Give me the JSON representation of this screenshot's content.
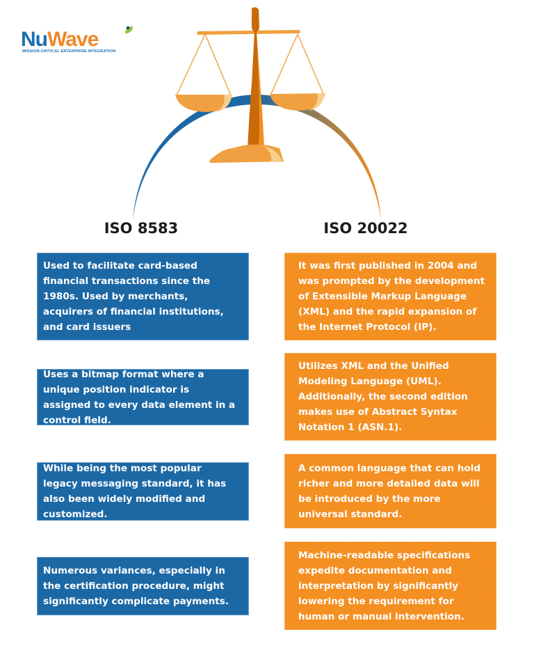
{
  "logo": {
    "name_part1": "Nu",
    "name_part2": "Wave",
    "tagline": "MISSION-CRITICAL ENTERPRISE INTEGRATION"
  },
  "colors": {
    "blue": "#1c68a5",
    "orange": "#f48f22",
    "scale": "#f0a040",
    "scale_dark": "#c96a08"
  },
  "icons": [
    "scales-of-justice-icon",
    "arc-blue-to-orange",
    "leaf-icon"
  ],
  "left": {
    "title": "ISO 8583",
    "items": [
      "Used to facilitate card-based financial transactions since the 1980s. Used by merchants, acquirers of financial institutions, and card issuers",
      "Uses a bitmap format where a unique position indicator is assigned to every data element in a control field.",
      "While being the most popular legacy messaging standard, it has also been widely modified and customized.",
      "Numerous variances, especially in the certification procedure, might significantly complicate payments."
    ]
  },
  "right": {
    "title": "ISO 20022",
    "items": [
      "It was first published in 2004 and was prompted by the development of Extensible Markup Language (XML) and the rapid expansion of the Internet Protocol (IP).",
      "Utilizes XML and the Unified Modeling Language (UML). Additionally, the second edition makes use of Abstract Syntax Notation 1 (ASN.1).",
      "A common language that can hold richer and more detailed data will be introduced by the more universal standard.",
      "Machine-readable specifications expedite documentation and interpretation by significantly lowering the requirement for human or manual intervention."
    ]
  }
}
